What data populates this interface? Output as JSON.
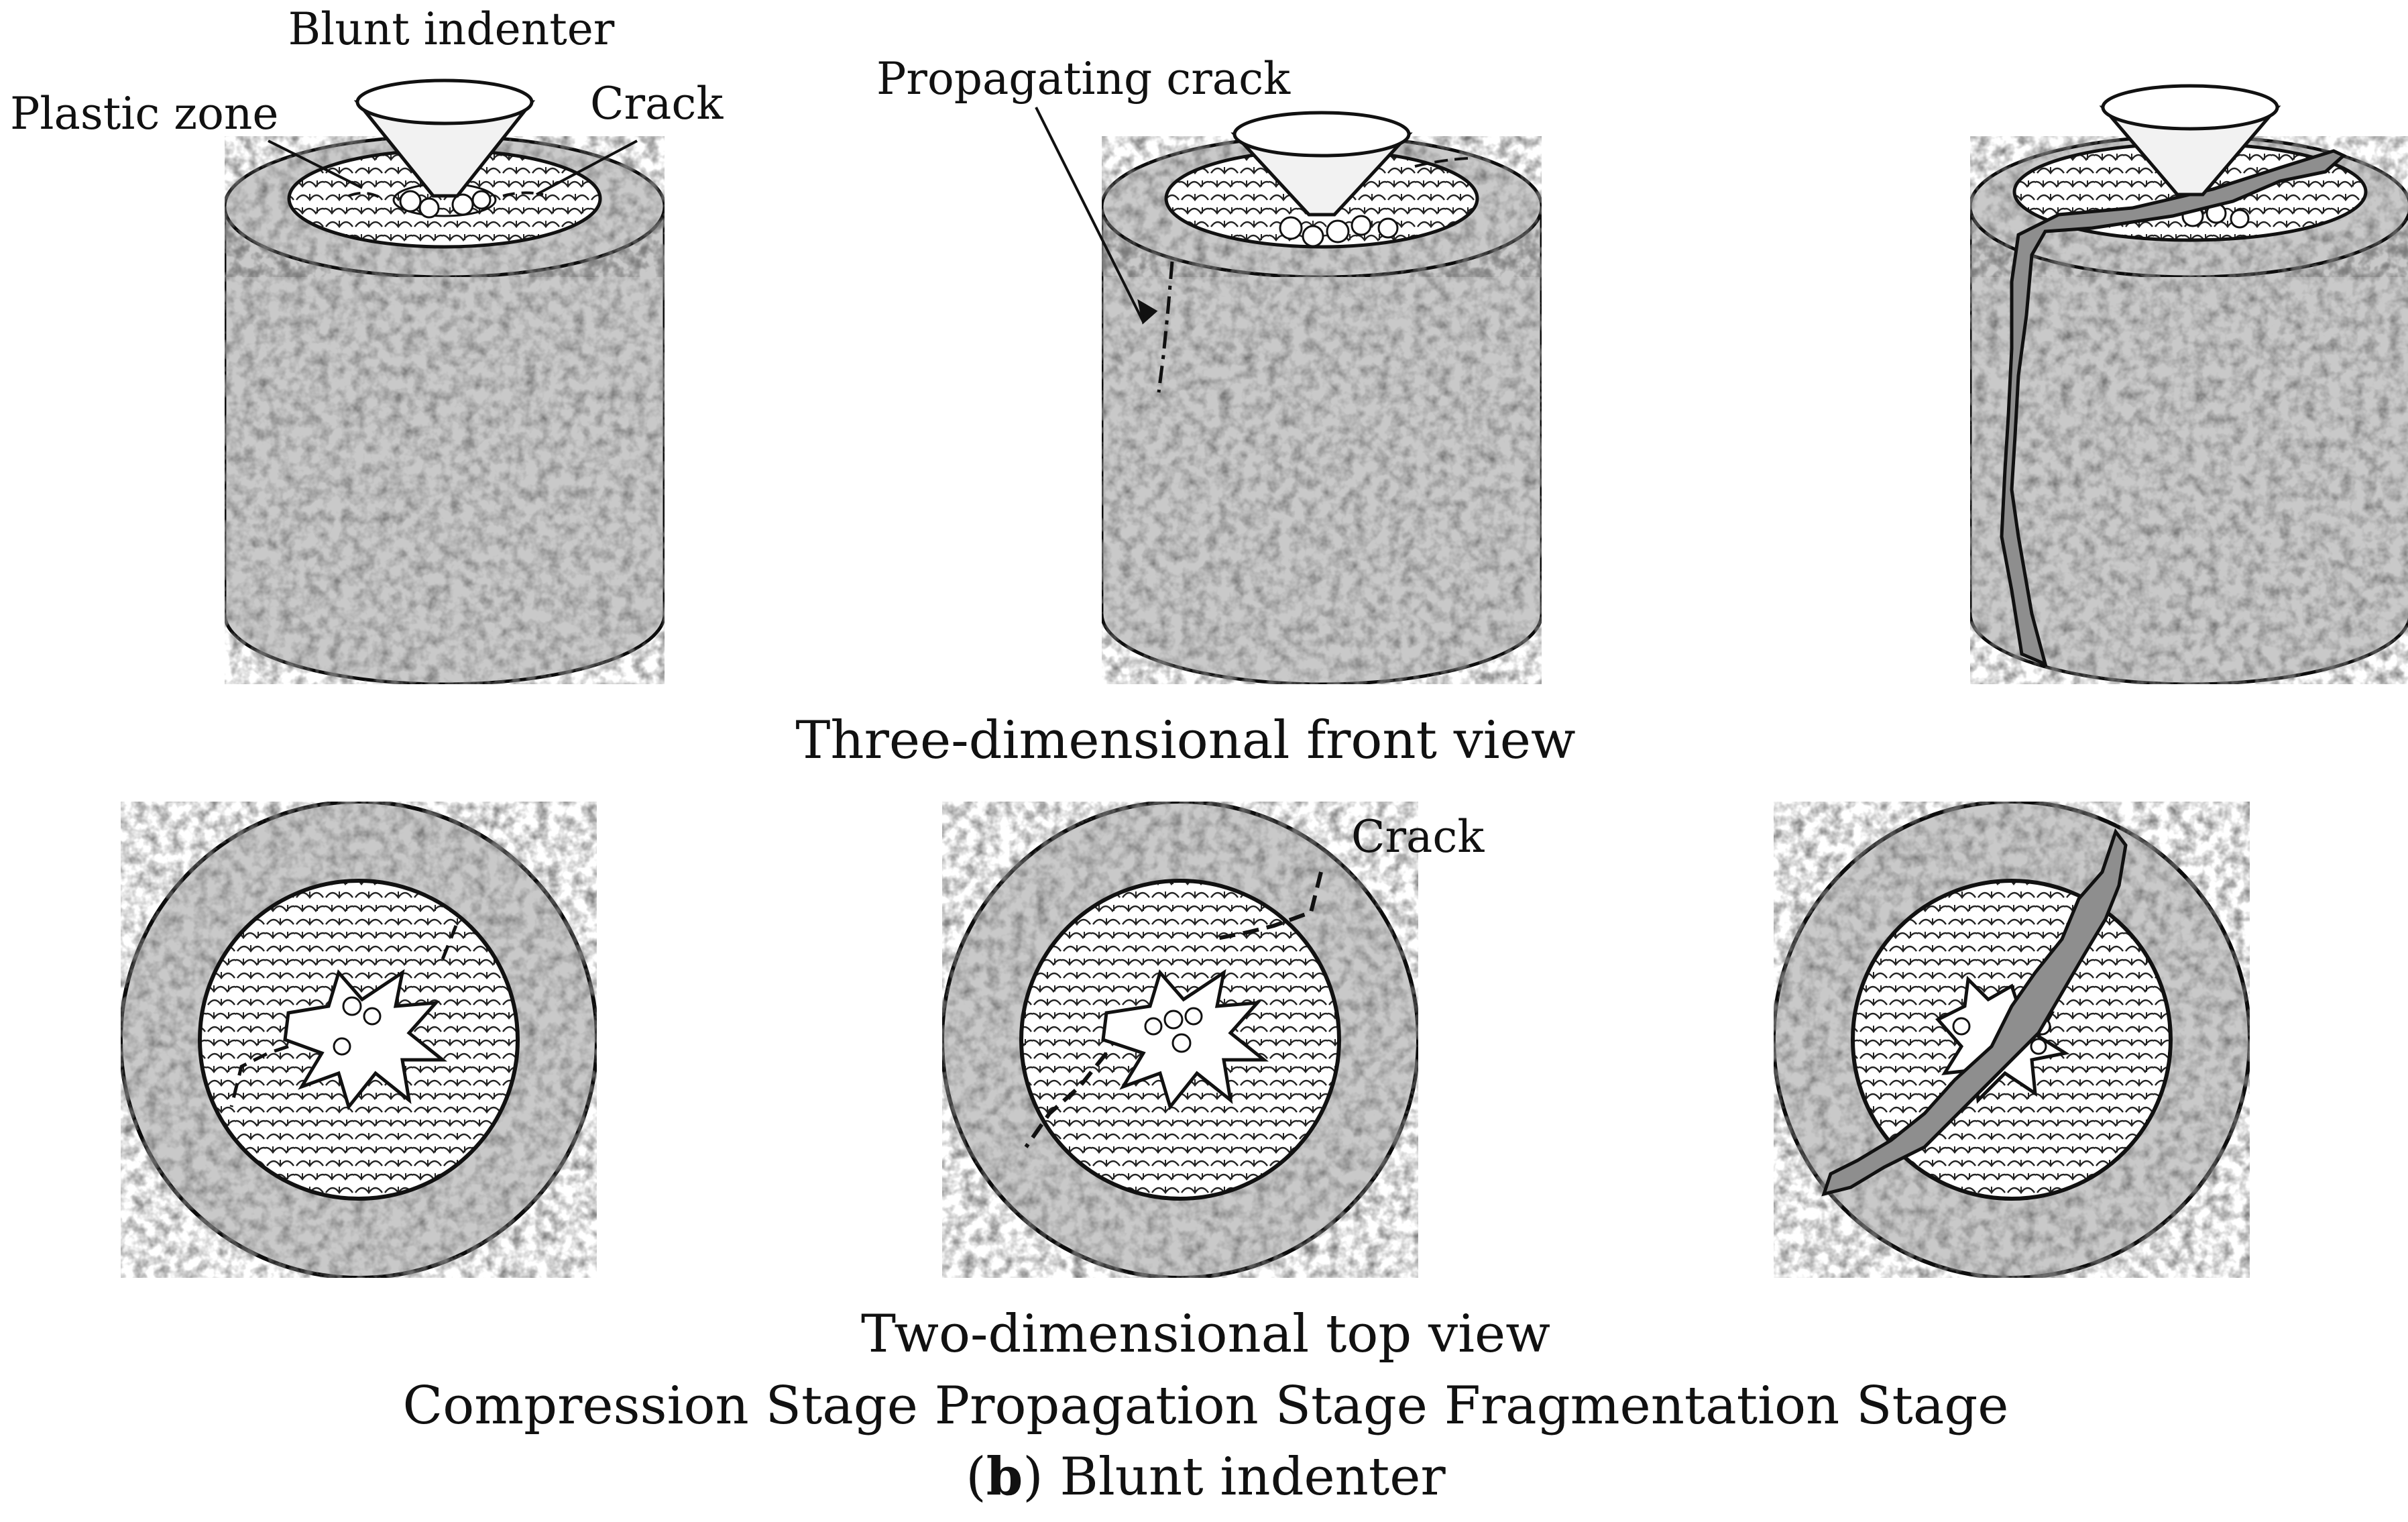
{
  "labels": {
    "blunt_indenter": "Blunt indenter",
    "plastic_zone": "Plastic zone",
    "crack_top": "Crack",
    "propagating_crack": "Propagating crack",
    "front_view": "Three-dimensional front view",
    "crack_topview": "Crack",
    "top_view": "Two-dimensional top view",
    "stages": "Compression Stage Propagation Stage Fragmentation Stage",
    "caption_bold": "b",
    "caption_rest": ") Blunt indenter",
    "caption_open": "("
  },
  "colors": {
    "rock_fill": "#c9c9c9",
    "outline": "#111111",
    "plastic_zone_fill": "#ffffff",
    "crack_fill": "#8e8e8e",
    "indenter_fill": "#f2f2f2"
  },
  "icons": {
    "damage": "starburst-icon",
    "crushed": "spiky-particle-icon"
  }
}
